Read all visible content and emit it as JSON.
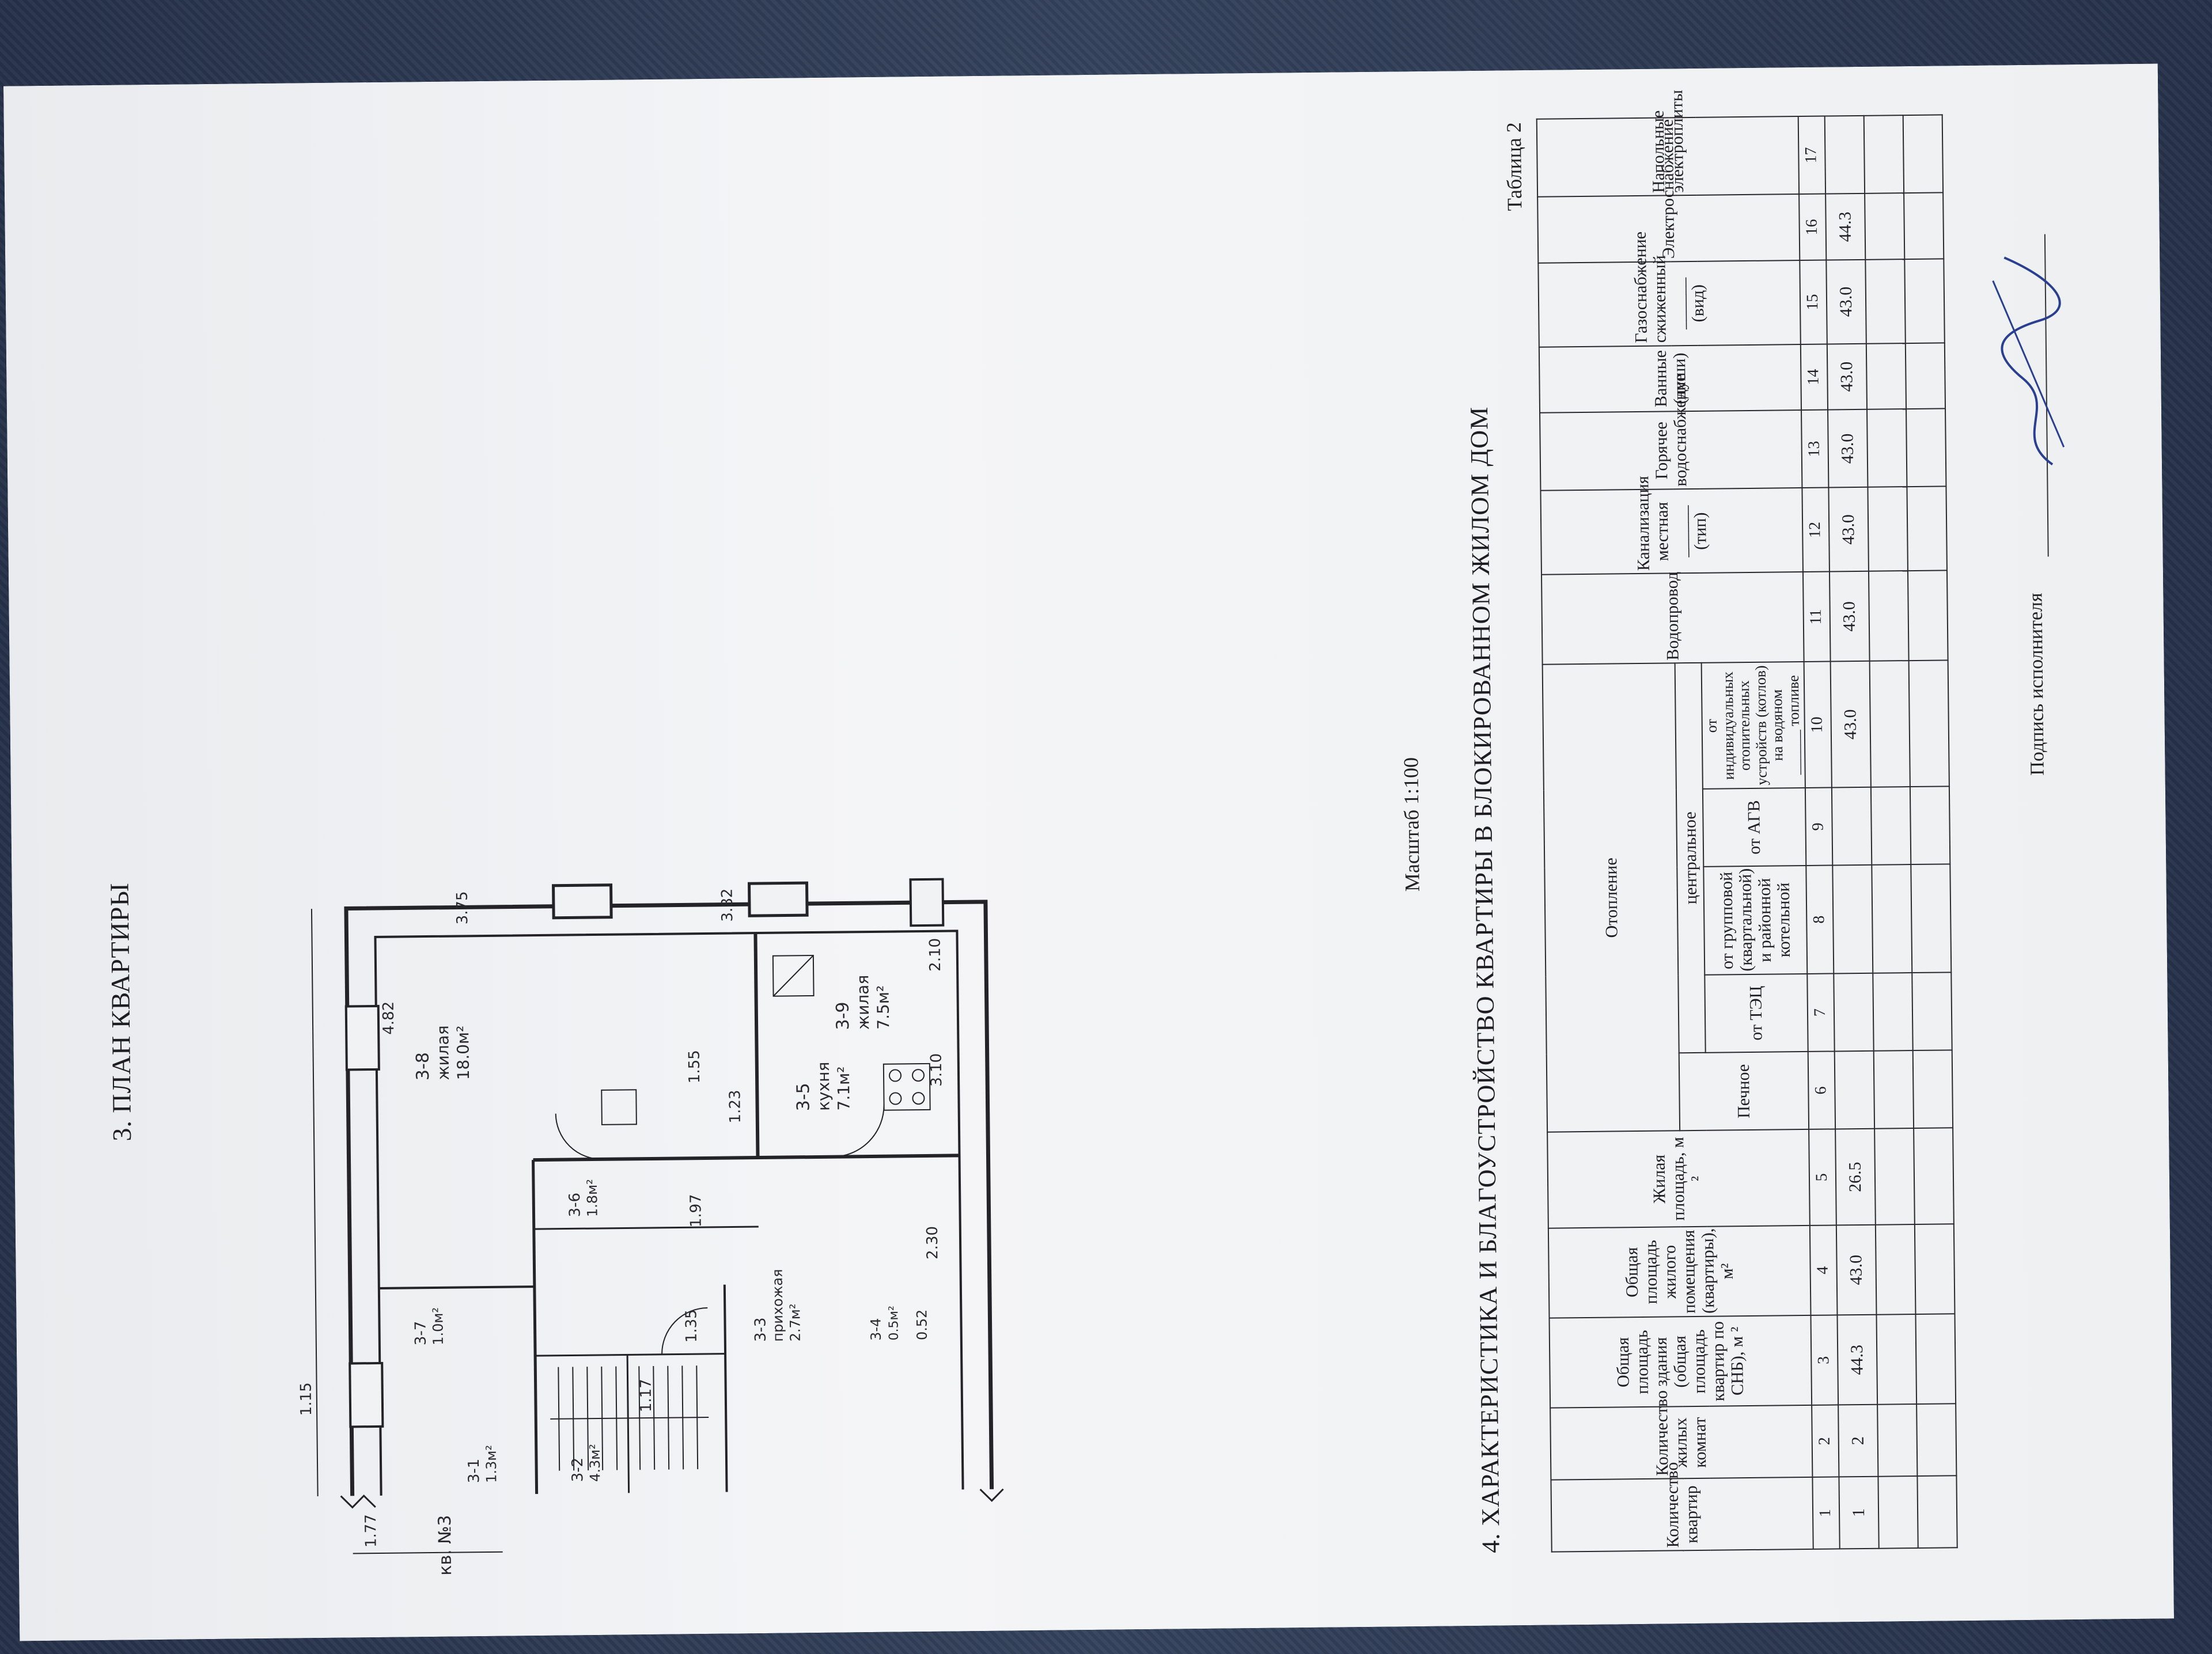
{
  "document": {
    "section3_title": "3. ПЛАН КВАРТИРЫ",
    "scale": "Масштаб 1:100",
    "section4_title": "4. ХАРАКТЕРИСТИКА И БЛАГОУСТРОЙСТВО КВАРТИРЫ В БЛОКИРОВАННОМ  ЖИЛОМ ДОМ",
    "table_caption": "Таблица 2",
    "signature_label": "Подпись исполнителя"
  },
  "plan": {
    "apartment_label": "кв. №3",
    "dims": [
      "1.77",
      "1.15",
      "4.82",
      "3.75",
      "3.82",
      "1.55",
      "1.23",
      "1.97",
      "1.17",
      "1.35",
      "2.30",
      "0.52",
      "3.10",
      "2.10"
    ],
    "rooms": [
      {
        "id": "3-1",
        "area": "1.3м²"
      },
      {
        "id": "3-2",
        "area": "4.3м²"
      },
      {
        "id": "3-7",
        "area": "1.0м²"
      },
      {
        "id": "3-3",
        "name": "прихожая",
        "area": "2.7м²"
      },
      {
        "id": "3-4",
        "area": "0.5м²"
      },
      {
        "id": "3-6",
        "area": "1.8м²"
      },
      {
        "id": "3-8",
        "name": "жилая",
        "area": "18.0м²"
      },
      {
        "id": "3-5",
        "name": "кухня",
        "area": "7.1м²"
      },
      {
        "id": "3-9",
        "name": "жилая",
        "area": "7.5м²"
      }
    ]
  },
  "table": {
    "headers": {
      "c1": "Количество квартир",
      "c2": "Количество жилых комнат",
      "c3": "Общая площадь здания (общая площадь квартир по СНБ), м ²",
      "c4": "Общая площадь жилого помещения (квартиры), м²",
      "c5": "Жилая площадь, м ²",
      "heating": "Отопление",
      "central": "центральное",
      "c6": "Печное",
      "c7": "от ТЭЦ",
      "c8": "от групповой (квартальной) и районной котельной",
      "c9": "от АГВ",
      "c10": "от индивидуальных отопительных устройств (котлов) на водяном ______ топливе",
      "c11": "Водопровод",
      "c12": "Канализация местная ______ (тип)",
      "c13": "Горячее водоснабжение",
      "c14": "Ванные (души)",
      "c15": "Газоснабжение сжиженный ______ (вид)",
      "c16": "Электроснабжение",
      "c17": "Напольные электроплиты"
    },
    "numbers": [
      "1",
      "2",
      "3",
      "4",
      "5",
      "6",
      "7",
      "8",
      "9",
      "10",
      "11",
      "12",
      "13",
      "14",
      "15",
      "16",
      "17"
    ],
    "row": [
      "1",
      "2",
      "44.3",
      "43.0",
      "26.5",
      "",
      "",
      "",
      "",
      "43.0",
      "43.0",
      "43.0",
      "43.0",
      "43.0",
      "43.0",
      "44.3",
      ""
    ]
  }
}
